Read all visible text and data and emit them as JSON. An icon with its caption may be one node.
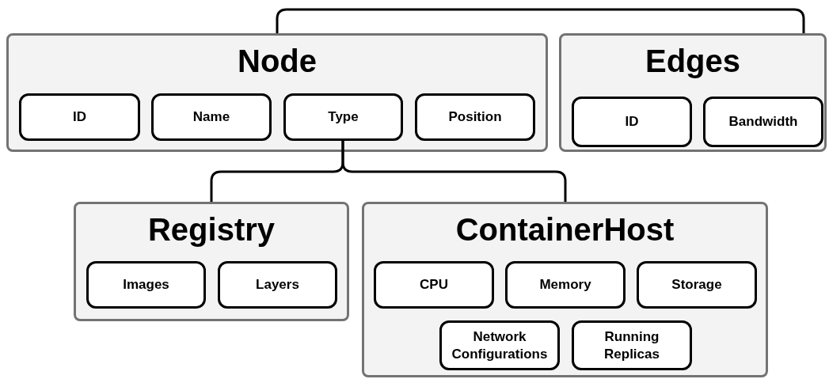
{
  "diagram": {
    "nodes": [
      {
        "text": [
          "Node"
        ]
      },
      {
        "text": [
          "ID"
        ],
        "in": 0
      },
      {
        "text": [
          "Name"
        ],
        "in": 0
      },
      {
        "text": [
          "Type"
        ],
        "in": 0
      },
      {
        "text": [
          "Position"
        ],
        "in": 0
      },
      {
        "text": [
          "Edges"
        ]
      },
      {
        "text": [
          "ID"
        ],
        "in": 5
      },
      {
        "text": [
          "Bandwidth"
        ],
        "in": 5
      },
      {
        "text": [
          "Registry"
        ]
      },
      {
        "text": [
          "Images"
        ],
        "in": 8
      },
      {
        "text": [
          "Layers"
        ],
        "in": 8
      },
      {
        "text": [
          "ContainerHost"
        ]
      },
      {
        "text": [
          "CPU"
        ],
        "in": 11
      },
      {
        "text": [
          "Memory"
        ],
        "in": 11
      },
      {
        "text": [
          "Storage"
        ],
        "in": 11
      },
      {
        "text": [
          "Network Configurations"
        ],
        "in": 11
      },
      {
        "text": [
          "Running Replicas"
        ],
        "in": 11
      }
    ],
    "edges": [
      {
        "from": 0,
        "to": 5,
        "arrow": "none"
      },
      {
        "from": 3,
        "to": 8,
        "arrow": "none"
      },
      {
        "from": 3,
        "to": 11,
        "arrow": "none"
      }
    ]
  }
}
